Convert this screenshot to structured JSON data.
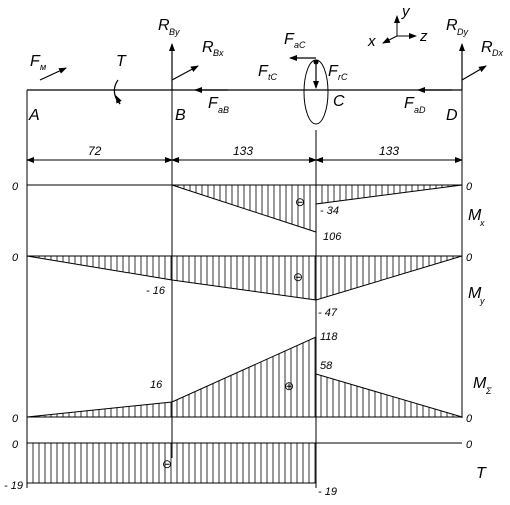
{
  "axes": {
    "y": "y",
    "x": "x",
    "z": "z"
  },
  "points": {
    "A": "A",
    "B": "B",
    "C": "C",
    "D": "D"
  },
  "forces": {
    "Fm_main": "F",
    "Fm_sub": "м",
    "T": "T",
    "RBy_main": "R",
    "RBy_sub": "By",
    "RBx_main": "R",
    "RBx_sub": "Bx",
    "FaC_main": "F",
    "FaC_sub": "aC",
    "FtC_main": "F",
    "FtC_sub": "tC",
    "FrC_main": "F",
    "FrC_sub": "rC",
    "RDy_main": "R",
    "RDy_sub": "Dy",
    "RDx_main": "R",
    "RDx_sub": "Dx",
    "FaB_main": "F",
    "FaB_sub": "aB",
    "FaD_main": "F",
    "FaD_sub": "aD"
  },
  "dimensions": {
    "AB": "72",
    "BC": "133",
    "CD": "133"
  },
  "diagrams": {
    "Mx": {
      "label_main": "M",
      "label_sub": "x",
      "left_zero": "0",
      "right_zero": "0",
      "val1": "- 34",
      "val2": "106",
      "sign": "⊖"
    },
    "My": {
      "label_main": "M",
      "label_sub": "y",
      "left_zero": "0",
      "right_zero": "0",
      "val1": "- 16",
      "val2": "- 47",
      "sign": "⊖"
    },
    "Msum": {
      "label_main": "M",
      "label_sub": "Σ",
      "left_zero": "0",
      "right_zero": "0",
      "val1": "16",
      "val2": "118",
      "val3": "58",
      "sign": "⊕"
    },
    "T": {
      "label": "T",
      "left_zero": "0",
      "right_zero": "0",
      "val_left": "- 19",
      "val_right": "- 19",
      "sign": "⊖"
    }
  }
}
